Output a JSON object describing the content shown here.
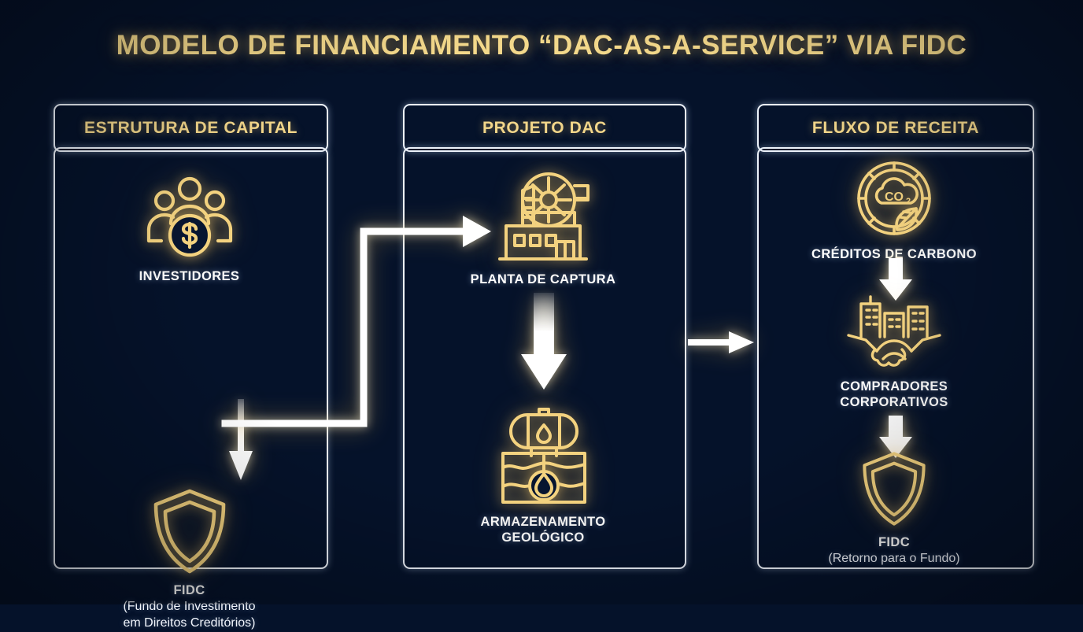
{
  "title": "MODELO DE FINANCIAMENTO “DAC-AS-A-SERVICE” VIA FIDC",
  "colors": {
    "background": "#071530",
    "gold": "#f3d27f",
    "panel_border": "#eef3fb",
    "label": "#ffffff",
    "grid": "#2a4a72"
  },
  "panels": [
    {
      "header": "ESTRUTURA DE CAPITAL",
      "nodes": [
        {
          "icon": "investors-group-dollar-icon",
          "label": "INVESTIDORES",
          "sub": ""
        },
        {
          "icon": "shield-icon",
          "label": "FIDC",
          "sub": "(Fundo de Investimento\nem Direitos Creditórios)"
        }
      ]
    },
    {
      "header": "PROJETO DAC",
      "nodes": [
        {
          "icon": "capture-plant-fan-icon",
          "label": "PLANTA DE CAPTURA",
          "sub": ""
        },
        {
          "icon": "geological-storage-icon",
          "label": "ARMAZENAMENTO\nGEOLÓGICO",
          "sub": ""
        }
      ]
    },
    {
      "header": "FLUXO DE RECEITA",
      "nodes": [
        {
          "icon": "co2-credit-circle-icon",
          "label": "CRÉDITOS DE CARBONO",
          "sub": ""
        },
        {
          "icon": "handshake-buildings-icon",
          "label": "COMPRADORES\nCORPORATIVOS",
          "sub": ""
        },
        {
          "icon": "shield-icon",
          "label": "FIDC",
          "sub": "(Retorno para o Fundo)"
        }
      ]
    }
  ],
  "connectors": [
    {
      "name": "investors-to-fidc-arrow",
      "direction": "down"
    },
    {
      "name": "fidc-to-capture-plant-arrow",
      "direction": "right-up-right"
    },
    {
      "name": "capture-plant-to-storage-arrow",
      "direction": "down"
    },
    {
      "name": "project-to-revenue-arrow",
      "direction": "right"
    },
    {
      "name": "credits-to-buyers-arrow",
      "direction": "down"
    },
    {
      "name": "buyers-to-fidc-arrow",
      "direction": "down"
    }
  ]
}
